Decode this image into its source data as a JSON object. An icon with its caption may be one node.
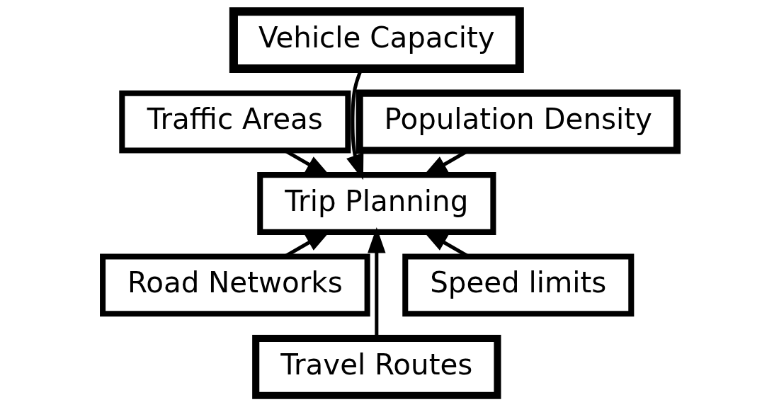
{
  "diagram": {
    "nodes": [
      {
        "text": [
          "Population Density"
        ]
      },
      {
        "text": [
          "Vehicle Capacity"
        ]
      },
      {
        "text": [
          "Traffic Areas"
        ]
      },
      {
        "text": [
          "Trip Planning"
        ]
      },
      {
        "text": [
          "Road Networks"
        ]
      },
      {
        "text": [
          "Travel Routes"
        ]
      },
      {
        "text": [
          "Speed limits"
        ]
      }
    ],
    "edges": [
      {
        "from": 0,
        "to": 3,
        "arrow": "to"
      },
      {
        "from": 1,
        "to": 3,
        "arrow": "to"
      },
      {
        "from": 2,
        "to": 3,
        "arrow": "to"
      },
      {
        "from": 4,
        "to": 3,
        "arrow": "to"
      },
      {
        "from": 6,
        "to": 3,
        "arrow": "to"
      },
      {
        "from": 5,
        "to": 3,
        "arrow": "to"
      }
    ]
  }
}
